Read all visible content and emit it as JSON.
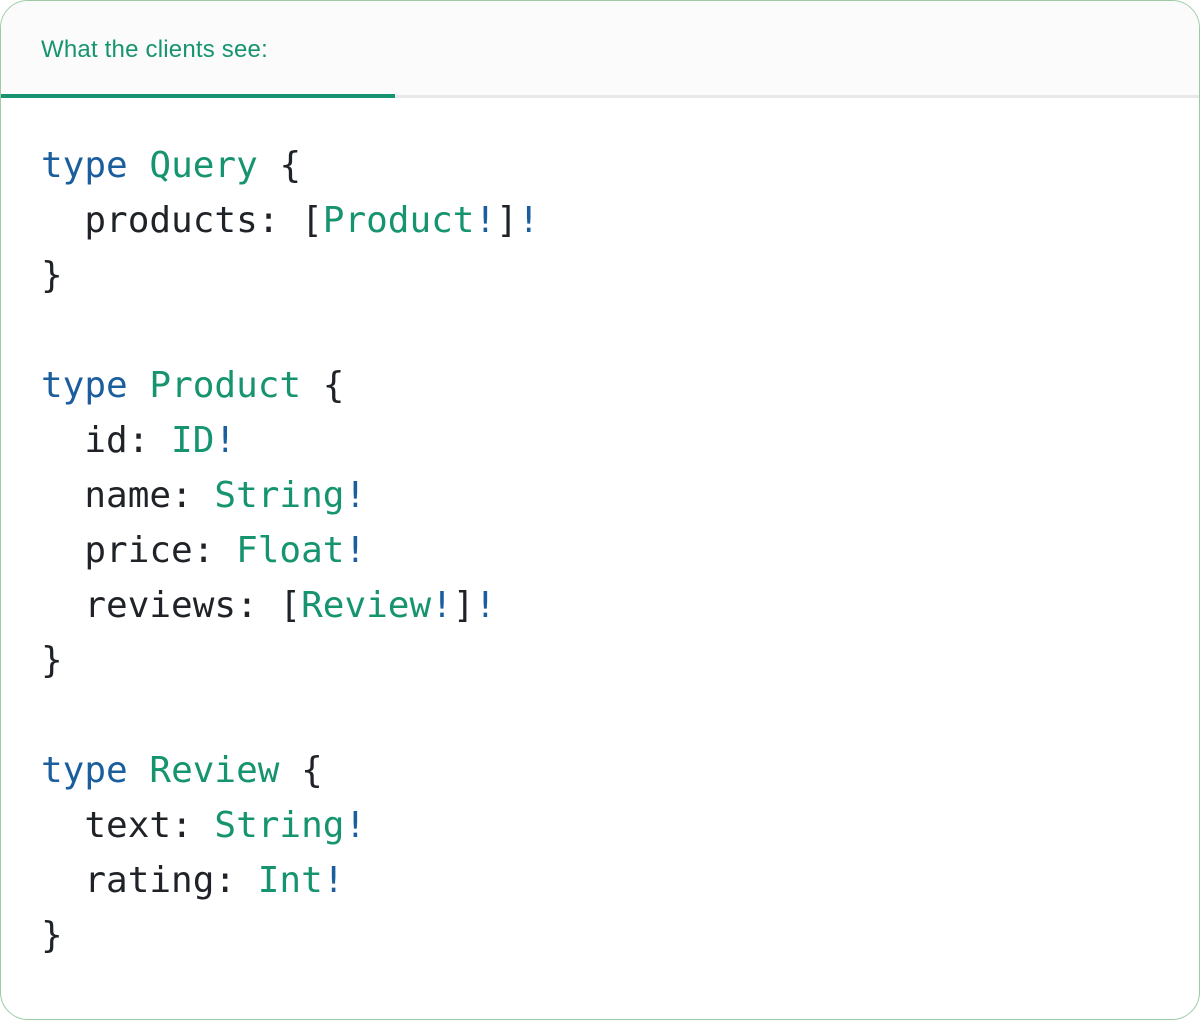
{
  "card": {
    "tab": {
      "label": "What the clients see:"
    }
  },
  "colors": {
    "background": "#FFFFFF",
    "card_border": "#9CCBA4",
    "header_background": "#FBFBFB",
    "header_rule": "#E8E8E8",
    "tab_text": "#16946F",
    "tab_underline": "#16946F",
    "code_keyword": "#1A5E9D",
    "code_type": "#16946F",
    "code_plain": "#1F2328"
  },
  "code": {
    "language": "graphql",
    "lines": [
      [
        {
          "c": "k",
          "s": "type"
        },
        {
          "c": "p",
          "s": " "
        },
        {
          "c": "t",
          "s": "Query"
        },
        {
          "c": "p",
          "s": " {"
        }
      ],
      [
        {
          "c": "p",
          "s": "  products: ["
        },
        {
          "c": "t",
          "s": "Product"
        },
        {
          "c": "k",
          "s": "!"
        },
        {
          "c": "p",
          "s": "]"
        },
        {
          "c": "k",
          "s": "!"
        }
      ],
      [
        {
          "c": "p",
          "s": "}"
        }
      ],
      [],
      [
        {
          "c": "k",
          "s": "type"
        },
        {
          "c": "p",
          "s": " "
        },
        {
          "c": "t",
          "s": "Product"
        },
        {
          "c": "p",
          "s": " {"
        }
      ],
      [
        {
          "c": "p",
          "s": "  id: "
        },
        {
          "c": "t",
          "s": "ID"
        },
        {
          "c": "k",
          "s": "!"
        }
      ],
      [
        {
          "c": "p",
          "s": "  name: "
        },
        {
          "c": "t",
          "s": "String"
        },
        {
          "c": "k",
          "s": "!"
        }
      ],
      [
        {
          "c": "p",
          "s": "  price: "
        },
        {
          "c": "t",
          "s": "Float"
        },
        {
          "c": "k",
          "s": "!"
        }
      ],
      [
        {
          "c": "p",
          "s": "  reviews: ["
        },
        {
          "c": "t",
          "s": "Review"
        },
        {
          "c": "k",
          "s": "!"
        },
        {
          "c": "p",
          "s": "]"
        },
        {
          "c": "k",
          "s": "!"
        }
      ],
      [
        {
          "c": "p",
          "s": "}"
        }
      ],
      [],
      [
        {
          "c": "k",
          "s": "type"
        },
        {
          "c": "p",
          "s": " "
        },
        {
          "c": "t",
          "s": "Review"
        },
        {
          "c": "p",
          "s": " {"
        }
      ],
      [
        {
          "c": "p",
          "s": "  text: "
        },
        {
          "c": "t",
          "s": "String"
        },
        {
          "c": "k",
          "s": "!"
        }
      ],
      [
        {
          "c": "p",
          "s": "  rating: "
        },
        {
          "c": "t",
          "s": "Int"
        },
        {
          "c": "k",
          "s": "!"
        }
      ],
      [
        {
          "c": "p",
          "s": "}"
        }
      ]
    ]
  }
}
